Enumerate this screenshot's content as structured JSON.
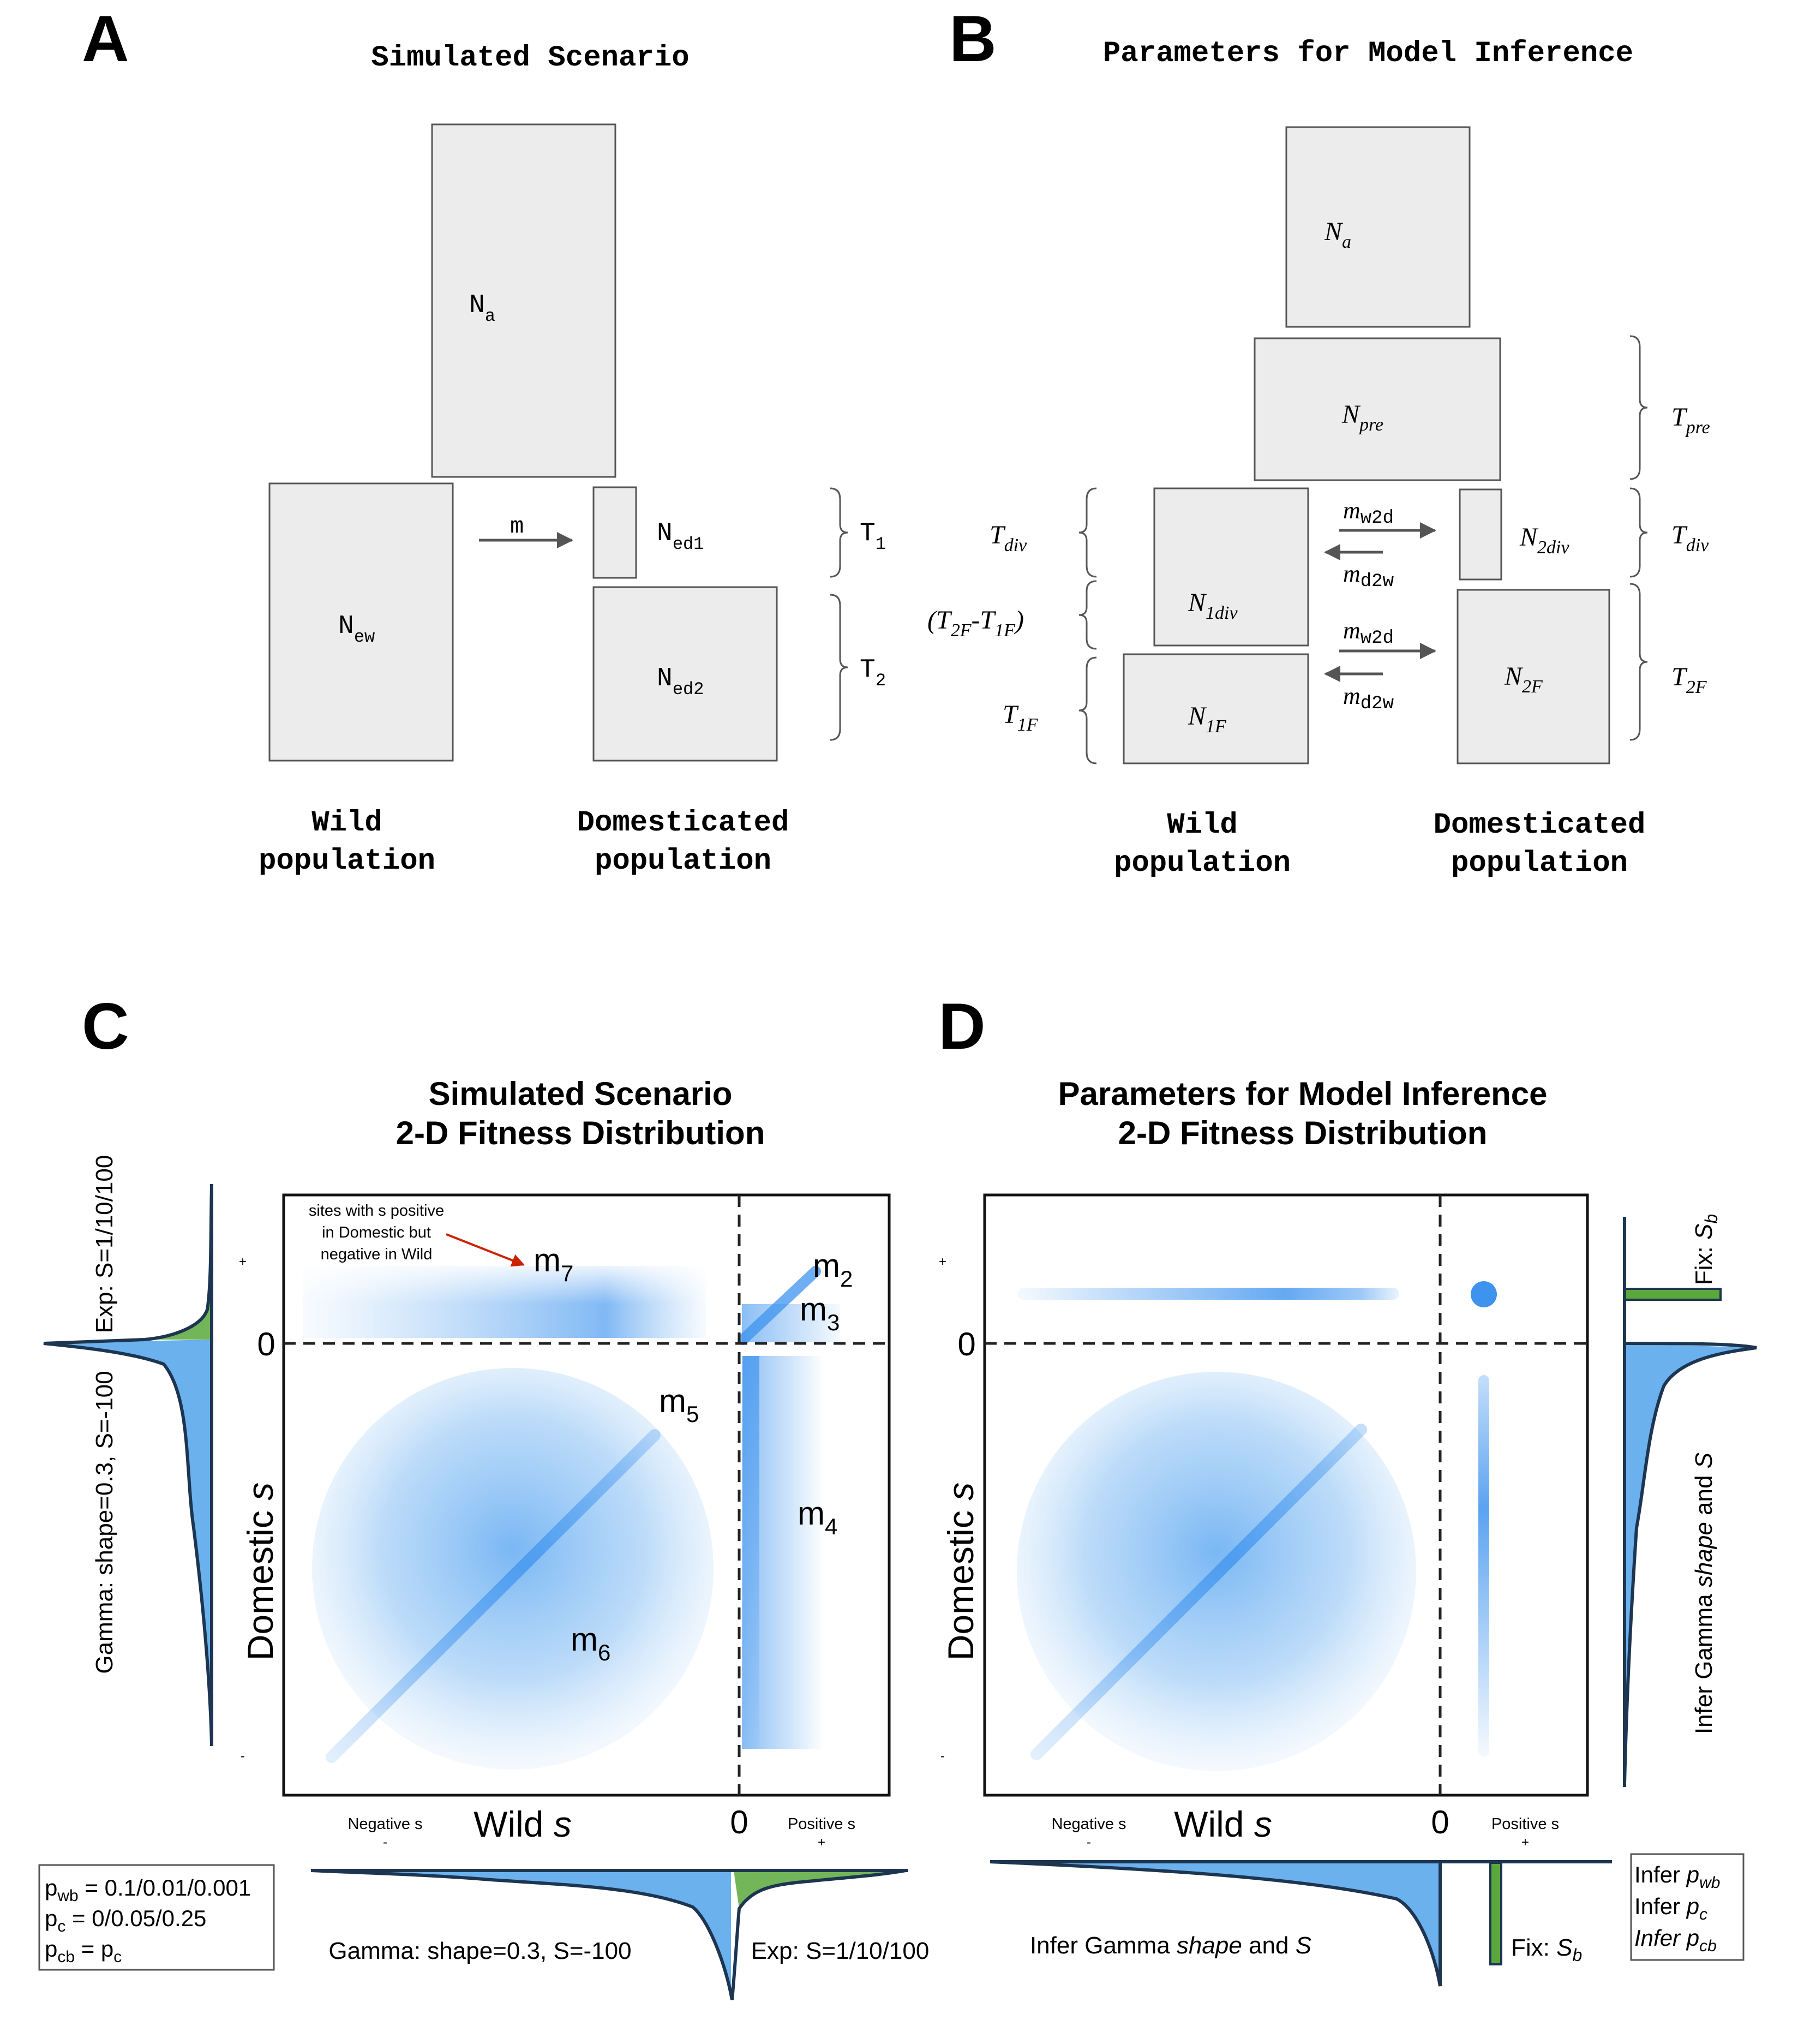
{
  "colors": {
    "box_fill": "#ececec",
    "dist_fill": "#5aa8ec",
    "positive_fill": "#5aa83c",
    "line": "#1d3550"
  },
  "panelA": {
    "letter": "A",
    "title": "Simulated Scenario",
    "Na": "N",
    "Na_sub": "a",
    "Nedl": "N",
    "Nedl_sub": "ed1",
    "Ned2": "N",
    "Ned2_sub": "ed2",
    "New": "N",
    "New_sub": "ew",
    "m": "m",
    "T1": "T",
    "T1_sub": "1",
    "T2": "T",
    "T2_sub": "2",
    "wild_l1": "Wild",
    "wild_l2": "population",
    "dom_l1": "Domesticated",
    "dom_l2": "population"
  },
  "panelB": {
    "letter": "B",
    "title": "Parameters for Model Inference",
    "Na": "N",
    "Na_sub": "a",
    "Npre": "N",
    "Npre_sub": "pre",
    "N1div": "N",
    "N1div_sub": "1div",
    "N2div": "N",
    "N2div_sub": "2div",
    "N1F": "N",
    "N1F_sub": "1F",
    "N2F": "N",
    "N2F_sub": "2F",
    "mw2d": "m",
    "mw2d_sub": "w2d",
    "md2w": "m",
    "md2w_sub": "d2w",
    "Tpre": "T",
    "Tpre_sub": "pre",
    "Tdiv": "T",
    "Tdiv_sub": "div",
    "T2F": "T",
    "T2F_sub": "2F",
    "T1F": "T",
    "T1F_sub": "1F",
    "Tdiff_a": "(T",
    "Tdiff_a_sub": "2F",
    "Tdiff_b": "-T",
    "Tdiff_b_sub": "1F",
    "Tdiff_c": ")",
    "wild_l1": "Wild",
    "wild_l2": "population",
    "dom_l1": "Domesticated",
    "dom_l2": "population"
  },
  "panelC": {
    "letter": "C",
    "title_l1": "Simulated Scenario",
    "title_l2": "2-D Fitness Distribution",
    "annot_l1": "sites with s positive",
    "annot_l2": "in Domestic but",
    "annot_l3": "negative in Wild",
    "m2": "m",
    "m2_sub": "2",
    "m3": "m",
    "m3_sub": "3",
    "m4": "m",
    "m4_sub": "4",
    "m5": "m",
    "m5_sub": "5",
    "m6": "m",
    "m6_sub": "6",
    "m7": "m",
    "m7_sub": "7",
    "y_axis": "Domestic",
    "axis_s": "s",
    "x_axis": "Wild",
    "zero": "0",
    "plus": "+",
    "minus": "-",
    "neg_s": "Negative s",
    "pos_s": "Positive s",
    "left_top": "Exp: S=1/10/100",
    "left_bottom": "Gamma: shape=0.3, S=-100",
    "bottom_left": "Gamma: shape=0.3, S=-100",
    "bottom_right": "Exp: S=1/10/100",
    "legend": [
      {
        "p": "p",
        "sub": "wb",
        "rest": " = 0.1/0.01/0.001"
      },
      {
        "p": "p",
        "sub": "c",
        "rest": " = 0/0.05/0.25"
      },
      {
        "p": "p",
        "sub": "cb",
        "rest": " = p",
        "rest_sub": "c"
      }
    ]
  },
  "panelD": {
    "letter": "D",
    "title_l1": "Parameters for Model Inference",
    "title_l2": "2-D Fitness Distribution",
    "y_axis": "Domestic",
    "axis_s": "s",
    "x_axis": "Wild",
    "zero": "0",
    "plus": "+",
    "minus": "-",
    "neg_s": "Negative s",
    "pos_s": "Positive s",
    "right_top_a": "Fix: ",
    "right_top_b": "S",
    "right_top_sub": "b",
    "right_bottom_a": "Infer Gamma ",
    "right_bottom_b": "shape",
    "right_bottom_c": " and ",
    "right_bottom_d": "S",
    "bottom_left_a": "Infer Gamma ",
    "bottom_left_b": "shape",
    "bottom_left_c": " and ",
    "bottom_left_d": "S",
    "bottom_right_a": "Fix: ",
    "bottom_right_b": "S",
    "bottom_right_sub": "b",
    "legend": [
      {
        "a": "Infer ",
        "p": "p",
        "sub": "wb"
      },
      {
        "a": "Infer ",
        "p": "p",
        "sub": "c"
      },
      {
        "a": "Infer ",
        "p": "p",
        "sub": "cb"
      }
    ]
  }
}
